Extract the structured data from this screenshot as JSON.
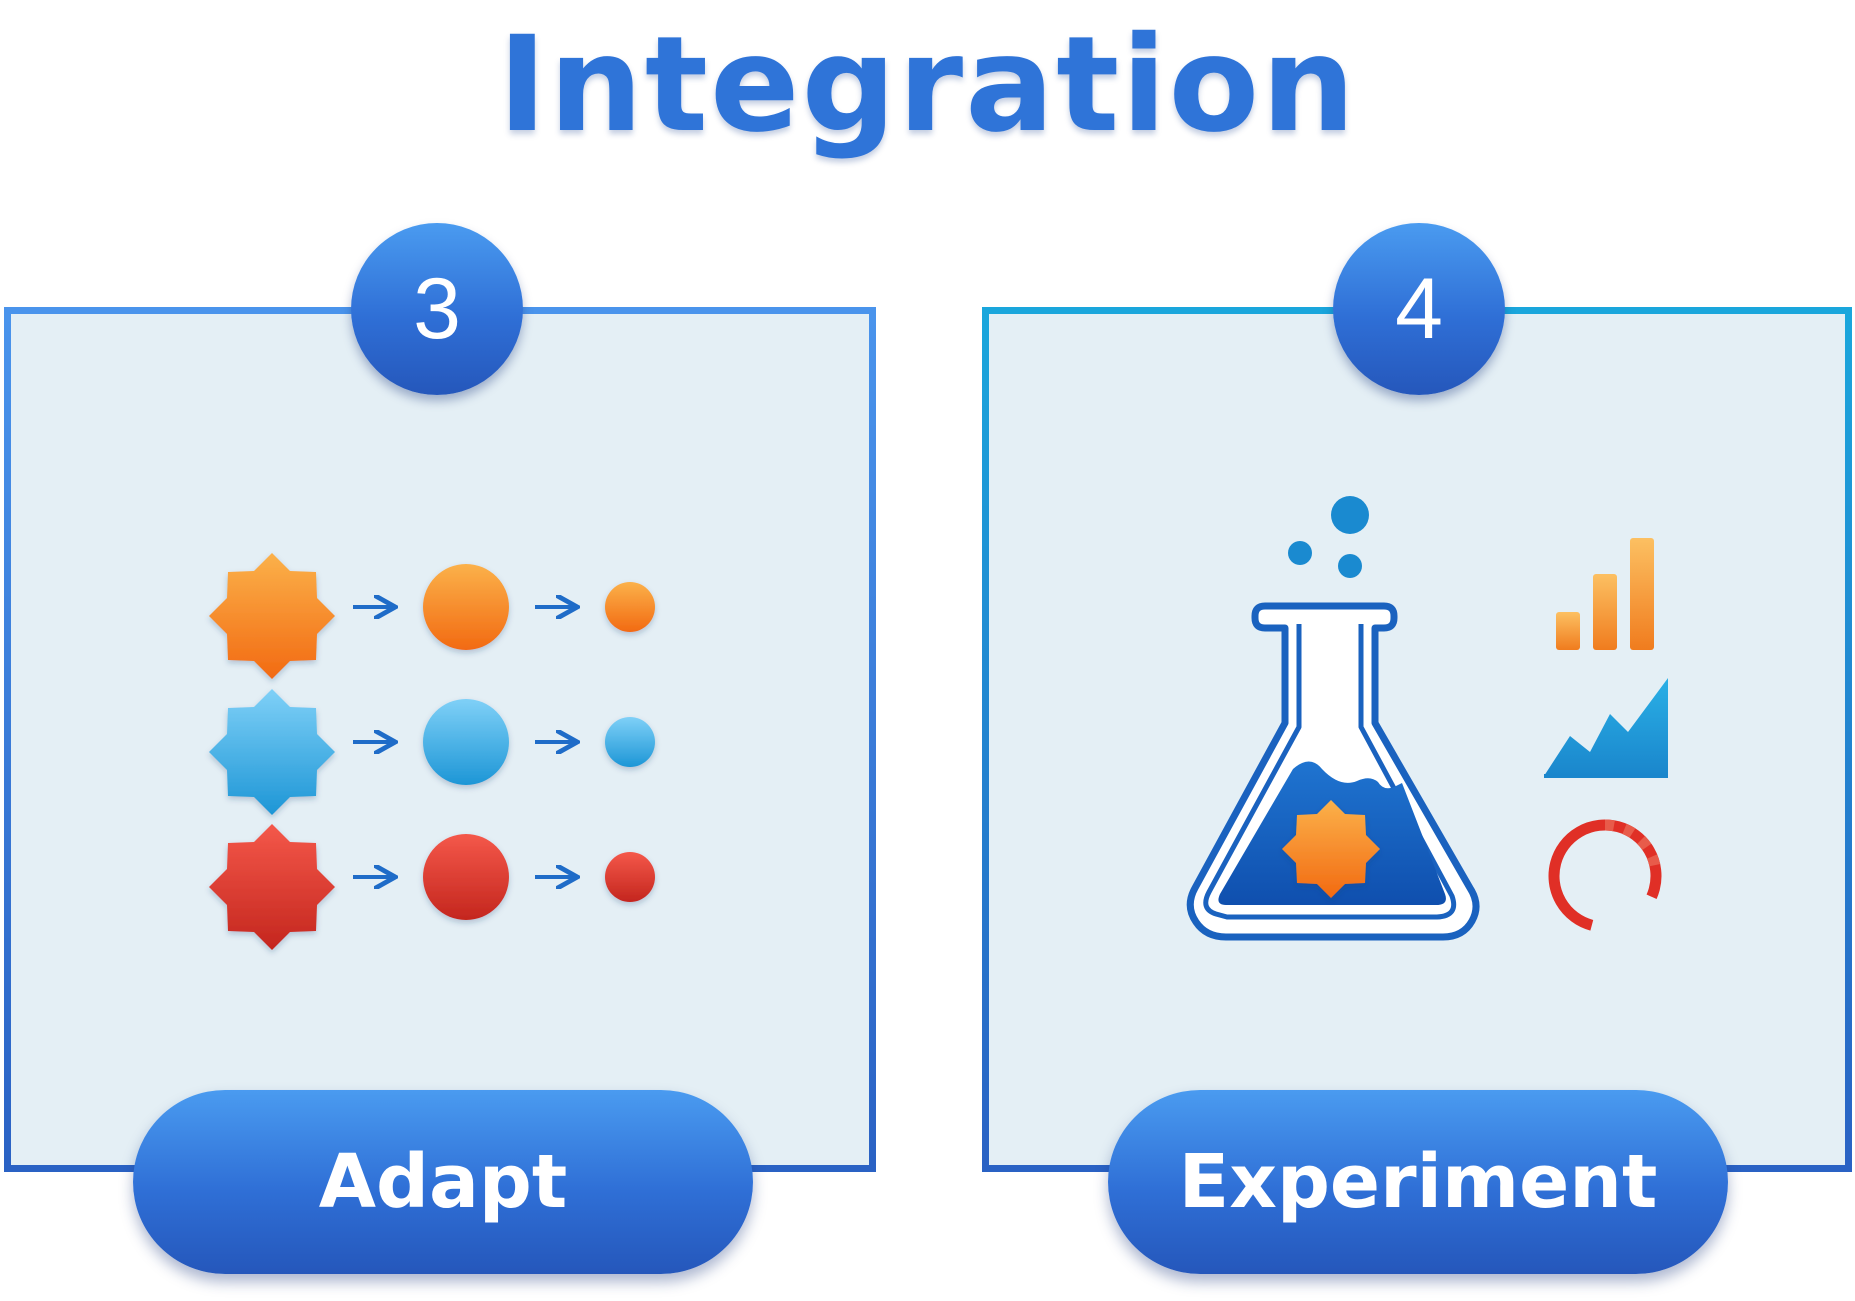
{
  "title": "Integration",
  "steps": [
    {
      "number": "3",
      "label": "Adapt"
    },
    {
      "number": "4",
      "label": "Experiment"
    }
  ],
  "colors": {
    "primary_blue": "#2f74d8",
    "orange": "#f7851f",
    "light_blue": "#46b4e8",
    "red": "#e03a2c",
    "panel_fill": "#e4eff5"
  },
  "icons": {
    "left_panel": [
      "badge-shape-icon",
      "arrow-right-icon",
      "circle-icon"
    ],
    "right_panel": [
      "flask-icon",
      "bar-chart-icon",
      "area-chart-icon",
      "progress-ring-icon"
    ]
  }
}
